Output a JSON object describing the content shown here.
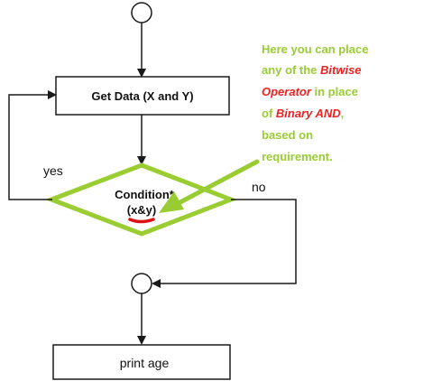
{
  "flowchart": {
    "process_get_data": "Get Data (X and Y)",
    "decision_label": "Condition*",
    "decision_expression": "(x&y)",
    "branch_yes": "yes",
    "branch_no": "no",
    "process_output": "print age"
  },
  "note": {
    "line1": "Here you can place",
    "line2_prefix": "any of the ",
    "line2_highlight": "Bitwise",
    "line3_highlight": "Operator",
    "line3_suffix": " in place",
    "line4_prefix": "of ",
    "line4_highlight": "Binary AND",
    "line4_suffix": ",",
    "line5": "based on",
    "line6": "requirement."
  },
  "colors": {
    "stroke": "#1a1a1a",
    "decision_outline": "#9acd32",
    "note_green": "#99cc33",
    "note_red": "#ee2222",
    "underline_red": "#dd1111",
    "pointer_arrow": "#99cc33"
  }
}
